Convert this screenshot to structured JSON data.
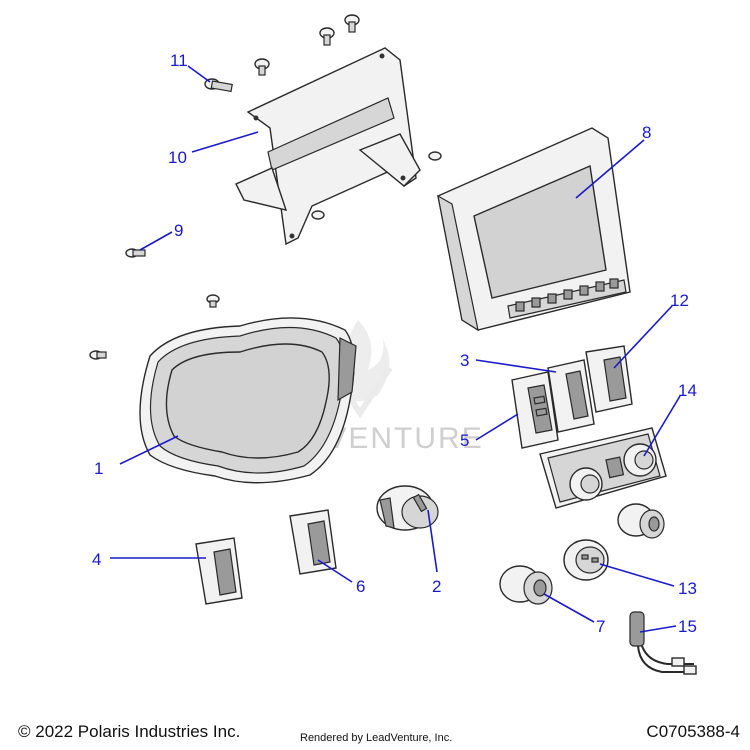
{
  "watermark": "LEADVENTURE",
  "footer": {
    "copyright": "© 2022 Polaris Industries Inc.",
    "rendered_by": "Rendered by LeadVenture, Inc.",
    "part_code": "C0705388-4"
  },
  "callouts": {
    "c1": "1",
    "c2": "2",
    "c3": "3",
    "c4": "4",
    "c5": "5",
    "c6": "6",
    "c7": "7",
    "c8": "8",
    "c9": "9",
    "c10": "10",
    "c11": "11",
    "c12": "12",
    "c13": "13",
    "c14": "14",
    "c15": "15"
  },
  "colors": {
    "callout": "#1a1acc",
    "outline": "#2a2a2a"
  }
}
